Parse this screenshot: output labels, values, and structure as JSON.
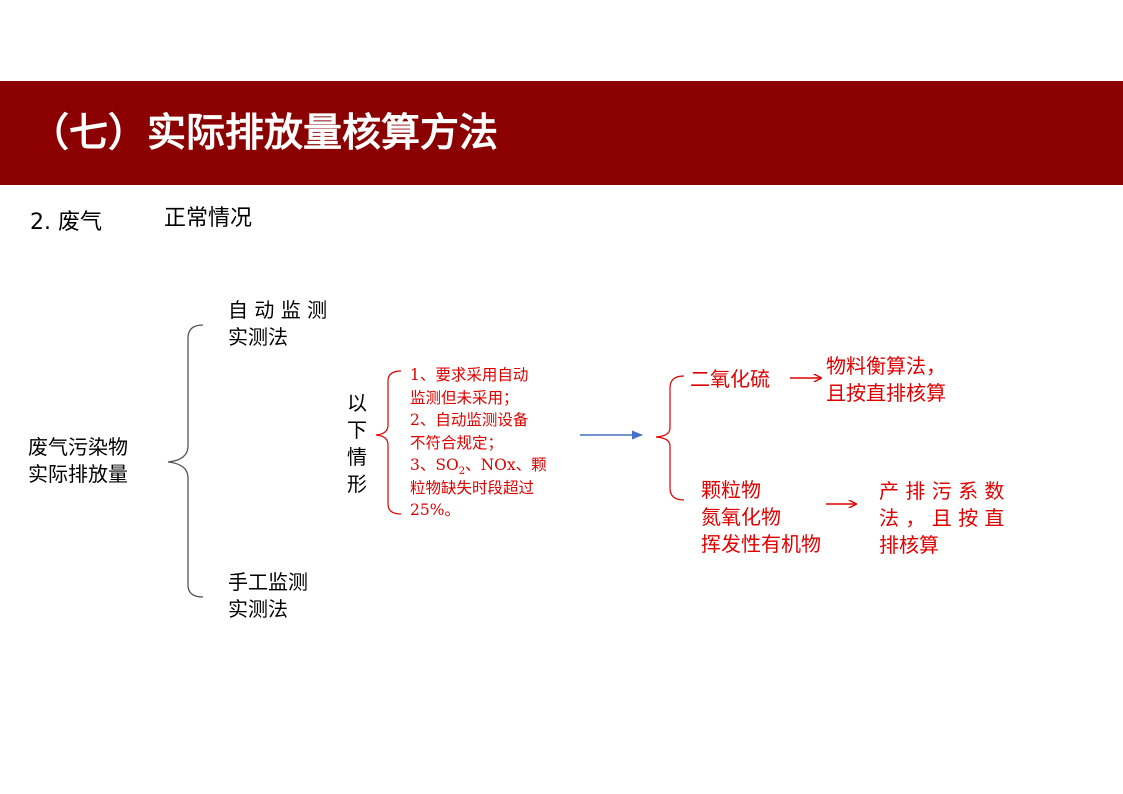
{
  "header": {
    "title": "（七）实际排放量核算方法",
    "background_color": "#8b0000"
  },
  "section": {
    "label": "2. 废气",
    "subtitle": "正常情况"
  },
  "diagram": {
    "root": [
      "废气污染物",
      "实际排放量"
    ],
    "method_auto": [
      "自 动 监 测",
      "实测法"
    ],
    "method_manual": [
      "手工监测",
      "实测法"
    ],
    "situation_vertical": "以下情形",
    "conditions": {
      "c1_line1": "1、要求采用自动",
      "c1_line2": "监测但未采用；",
      "c2_line1": "2、自动监测设备",
      "c2_line2": "不符合规定；",
      "c3_prefix": "3、SO",
      "c3_sub": "2",
      "c3_suffix": "、NOx、颗",
      "c3_line2": "粒物缺失时段超过",
      "c3_line3": "25%。"
    },
    "so2": {
      "pollutant": "二氧化硫",
      "method": [
        "物料衡算法，",
        "且按直排核算"
      ]
    },
    "others": {
      "pollutants": [
        "颗粒物",
        "氮氧化物",
        "挥发性有机物"
      ],
      "method": [
        "产 排 污 系 数",
        "法 ， 且 按 直",
        "排核算"
      ]
    },
    "colors": {
      "highlight": "#e00000",
      "arrow_blue": "#4472c4",
      "bracket_gray": "#555555"
    }
  }
}
